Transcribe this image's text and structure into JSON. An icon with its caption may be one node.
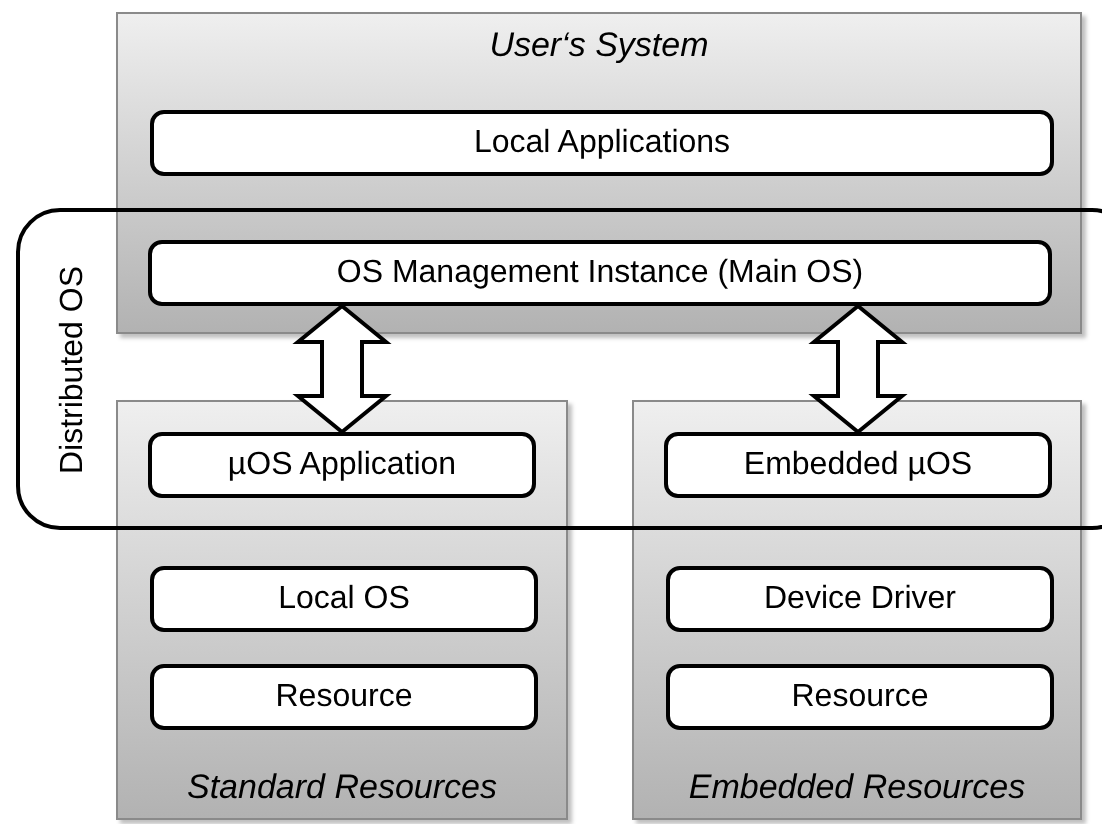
{
  "diagram": {
    "nodes": [
      {
        "text": [
          "User‘s System"
        ]
      },
      {
        "text": [
          "Local Applications"
        ],
        "in": 0
      },
      {
        "text": [
          "OS Management Instance (Main OS)"
        ]
      },
      {
        "text": [
          "Standard Resources"
        ]
      },
      {
        "text": [
          "µOS Application"
        ]
      },
      {
        "text": [
          "Local OS"
        ],
        "in": 3
      },
      {
        "text": [
          "Resource"
        ],
        "in": 3
      },
      {
        "text": [
          "Embedded Resources"
        ]
      },
      {
        "text": [
          "Embedded µOS"
        ]
      },
      {
        "text": [
          "Device Driver"
        ],
        "in": 7
      },
      {
        "text": [
          "Resource"
        ],
        "in": 7
      },
      {
        "text": [
          "Distributed OS"
        ]
      }
    ],
    "edges": [
      {
        "from": 2,
        "to": 4,
        "arrow": "both"
      },
      {
        "from": 2,
        "to": 8,
        "arrow": "both"
      }
    ]
  }
}
